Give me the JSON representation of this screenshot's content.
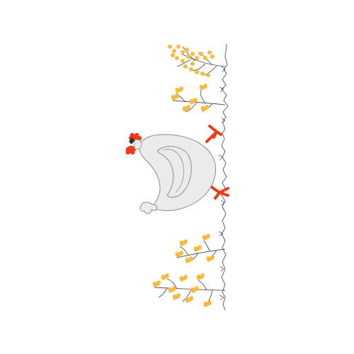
{
  "illustration": {
    "subject": "hen-with-flowers",
    "colors": {
      "background": "#ffffff",
      "hen_body": "#ebebeb",
      "outline": "#8c8c8c",
      "comb_and_feet": "#f23a16",
      "eye": "#2b2b2b",
      "flowers": "#fbbb3a",
      "stems": "#555555"
    },
    "icons": [
      "hen",
      "flower-sprig",
      "grass-line"
    ]
  }
}
